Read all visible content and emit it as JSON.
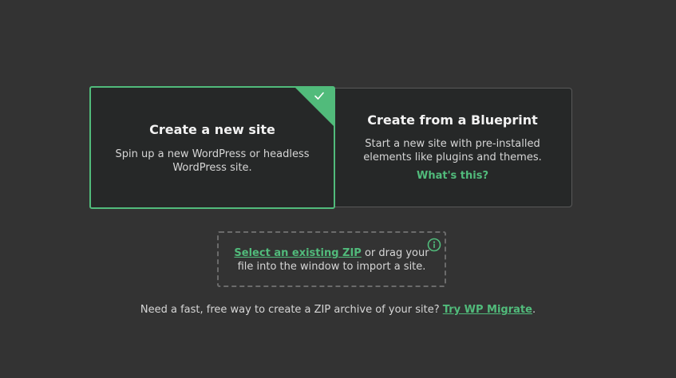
{
  "cards": {
    "new_site": {
      "title": "Create a new site",
      "description": "Spin up a new WordPress or headless WordPress site.",
      "selected": true
    },
    "blueprint": {
      "title": "Create from a Blueprint",
      "description": "Start a new site with pre-installed elements like plugins and themes.",
      "link": "What's this?"
    }
  },
  "dropzone": {
    "link": "Select an existing ZIP",
    "text": " or drag your file into the window to import a site."
  },
  "footer": {
    "text": "Need a fast, free way to create a ZIP archive of your site? ",
    "link": "Try WP Migrate",
    "end": "."
  },
  "icons": {
    "check": "check-icon",
    "info": "info-icon"
  },
  "colors": {
    "background": "#333333",
    "card": "#262828",
    "accent": "#51bb7b",
    "border": "#595959"
  }
}
